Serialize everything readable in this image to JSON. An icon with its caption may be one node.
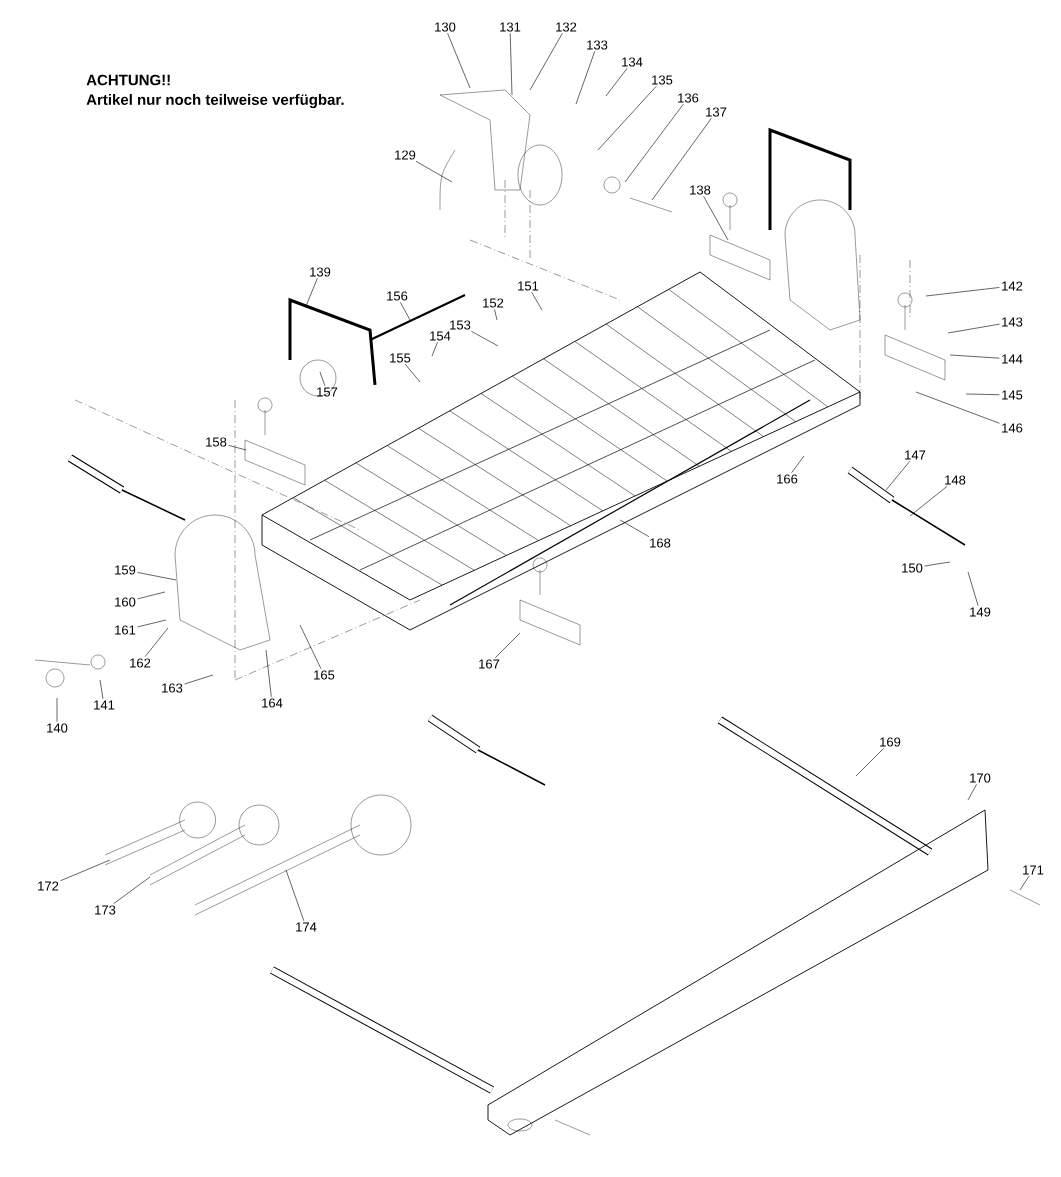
{
  "diagram": {
    "nodes": [
      {
        "text": [
          "129"
        ]
      },
      {
        "text": [
          "130"
        ]
      },
      {
        "text": [
          "131"
        ]
      },
      {
        "text": [
          "132"
        ]
      },
      {
        "text": [
          "133"
        ]
      },
      {
        "text": [
          "134"
        ]
      },
      {
        "text": [
          "135"
        ]
      },
      {
        "text": [
          "136"
        ]
      },
      {
        "text": [
          "137"
        ]
      },
      {
        "text": [
          "138"
        ]
      },
      {
        "text": [
          "139"
        ]
      },
      {
        "text": [
          "156"
        ]
      },
      {
        "text": [
          "151"
        ]
      },
      {
        "text": [
          "152"
        ]
      },
      {
        "text": [
          "153"
        ]
      },
      {
        "text": [
          "154"
        ]
      },
      {
        "text": [
          "155"
        ]
      },
      {
        "text": [
          "157"
        ]
      },
      {
        "text": [
          "142"
        ]
      },
      {
        "text": [
          "143"
        ]
      },
      {
        "text": [
          "144"
        ]
      },
      {
        "text": [
          "145"
        ]
      },
      {
        "text": [
          "146"
        ]
      },
      {
        "text": [
          "158"
        ]
      },
      {
        "text": [
          "166"
        ]
      },
      {
        "text": [
          "147"
        ]
      },
      {
        "text": [
          "148"
        ]
      },
      {
        "text": [
          "168"
        ]
      },
      {
        "text": [
          "159"
        ]
      },
      {
        "text": [
          "160"
        ]
      },
      {
        "text": [
          "161"
        ]
      },
      {
        "text": [
          "162"
        ]
      },
      {
        "text": [
          "150"
        ]
      },
      {
        "text": [
          "149"
        ]
      },
      {
        "text": [
          "165"
        ]
      },
      {
        "text": [
          "167"
        ]
      },
      {
        "text": [
          "163"
        ]
      },
      {
        "text": [
          "164"
        ]
      },
      {
        "text": [
          "140"
        ]
      },
      {
        "text": [
          "141"
        ]
      },
      {
        "text": [
          "169"
        ]
      },
      {
        "text": [
          "170"
        ]
      },
      {
        "text": [
          "171"
        ]
      },
      {
        "text": [
          "172"
        ]
      },
      {
        "text": [
          "173"
        ]
      },
      {
        "text": [
          "174"
        ]
      }
    ],
    "edges": [
      {
        "from": 0,
        "to": null,
        "arrow": "none"
      },
      {
        "from": 1,
        "to": null,
        "arrow": "none"
      },
      {
        "from": 2,
        "to": null,
        "arrow": "none"
      },
      {
        "from": 3,
        "to": null,
        "arrow": "none"
      },
      {
        "from": 4,
        "to": null,
        "arrow": "none"
      },
      {
        "from": 5,
        "to": null,
        "arrow": "none"
      },
      {
        "from": 6,
        "to": null,
        "arrow": "none"
      },
      {
        "from": 7,
        "to": null,
        "arrow": "none"
      },
      {
        "from": 8,
        "to": null,
        "arrow": "none"
      },
      {
        "from": 9,
        "to": null,
        "arrow": "none"
      },
      {
        "from": 10,
        "to": null,
        "arrow": "none"
      },
      {
        "from": 11,
        "to": null,
        "arrow": "none"
      },
      {
        "from": 12,
        "to": null,
        "arrow": "none"
      },
      {
        "from": 13,
        "to": null,
        "arrow": "none"
      },
      {
        "from": 14,
        "to": null,
        "arrow": "none"
      },
      {
        "from": 15,
        "to": null,
        "arrow": "none"
      },
      {
        "from": 16,
        "to": null,
        "arrow": "none"
      },
      {
        "from": 17,
        "to": null,
        "arrow": "none"
      },
      {
        "from": 18,
        "to": null,
        "arrow": "none"
      },
      {
        "from": 19,
        "to": null,
        "arrow": "none"
      },
      {
        "from": 20,
        "to": null,
        "arrow": "none"
      },
      {
        "from": 21,
        "to": null,
        "arrow": "none"
      },
      {
        "from": 22,
        "to": null,
        "arrow": "none"
      },
      {
        "from": 23,
        "to": null,
        "arrow": "none"
      },
      {
        "from": 24,
        "to": null,
        "arrow": "none"
      },
      {
        "from": 25,
        "to": null,
        "arrow": "none"
      },
      {
        "from": 26,
        "to": null,
        "arrow": "none"
      },
      {
        "from": 27,
        "to": null,
        "arrow": "none"
      },
      {
        "from": 28,
        "to": null,
        "arrow": "none"
      },
      {
        "from": 29,
        "to": null,
        "arrow": "none"
      },
      {
        "from": 30,
        "to": null,
        "arrow": "none"
      },
      {
        "from": 31,
        "to": null,
        "arrow": "none"
      },
      {
        "from": 32,
        "to": null,
        "arrow": "none"
      },
      {
        "from": 33,
        "to": null,
        "arrow": "none"
      },
      {
        "from": 34,
        "to": null,
        "arrow": "none"
      },
      {
        "from": 35,
        "to": null,
        "arrow": "none"
      },
      {
        "from": 36,
        "to": null,
        "arrow": "none"
      },
      {
        "from": 37,
        "to": null,
        "arrow": "none"
      },
      {
        "from": 38,
        "to": null,
        "arrow": "none"
      },
      {
        "from": 39,
        "to": null,
        "arrow": "none"
      },
      {
        "from": 40,
        "to": null,
        "arrow": "none"
      },
      {
        "from": 41,
        "to": null,
        "arrow": "none"
      },
      {
        "from": 42,
        "to": null,
        "arrow": "none"
      },
      {
        "from": 43,
        "to": null,
        "arrow": "none"
      },
      {
        "from": 44,
        "to": null,
        "arrow": "none"
      },
      {
        "from": 45,
        "to": null,
        "arrow": "none"
      }
    ],
    "labels": [
      "ACHTUNG!!",
      "Artikel nur noch teilweise verfügbar."
    ]
  }
}
